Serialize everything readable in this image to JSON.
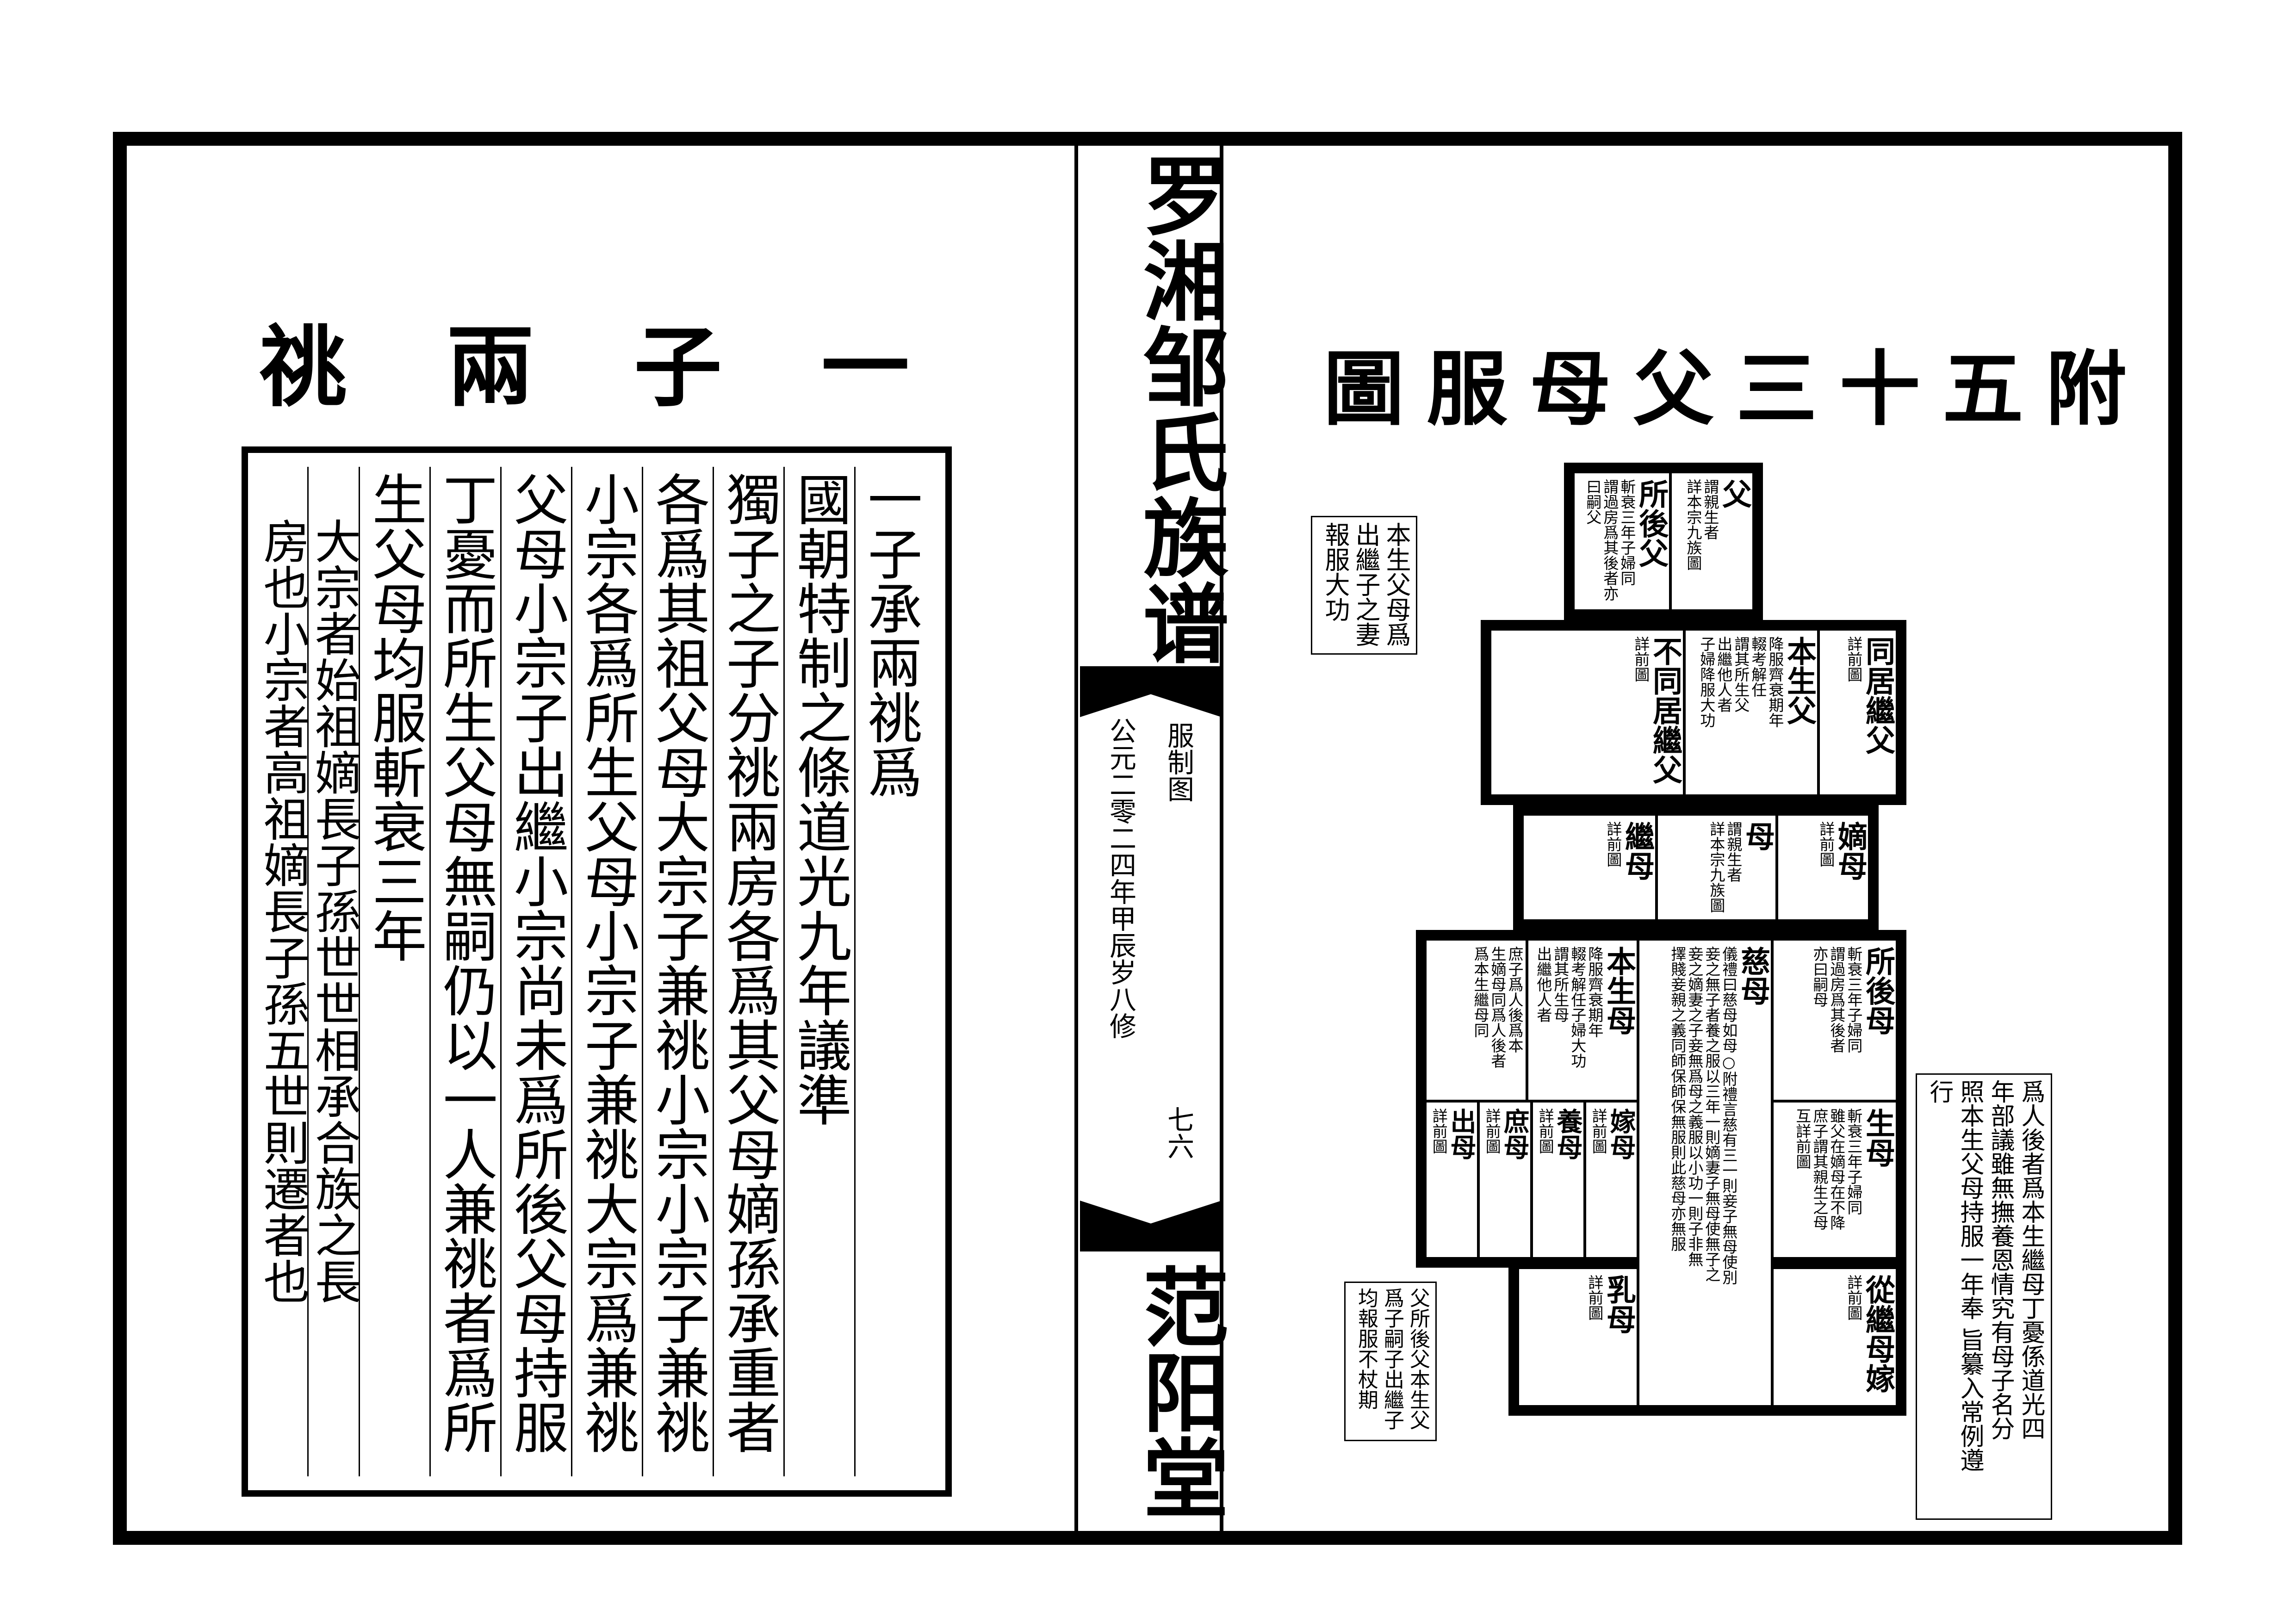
{
  "spine": {
    "title": "罗湘邹氏族谱",
    "section": "服制图",
    "edition": "公元二零二四年甲辰岁八修",
    "page_number": "七六",
    "hall_name": "范阳堂"
  },
  "left_page": {
    "title": "一子兩祧",
    "columns": [
      "一子承兩祧爲",
      "國朝特制之條道光九年議準",
      "獨子之子分祧兩房各爲其父母嫡孫承重者",
      "各爲其祖父母大宗子兼祧小宗小宗子兼祧",
      "小宗各爲所生父母小宗子兼祧大宗爲兼祧",
      "父母小宗子出繼小宗尚未爲所後父母持服",
      "丁憂而所生父母無嗣仍以一人兼祧者爲所",
      "生父母均服斬衰三年"
    ],
    "annotation": [
      "大宗者始祖嫡長子孫世世相承合族之長",
      "房也小宗者高祖嫡長子孫五世則遷者也"
    ]
  },
  "right_page": {
    "title": "附五十三父母服圖",
    "side_note_top": [
      "本生父母爲",
      "出繼子之妻",
      "報服大功"
    ],
    "side_note_bottom": [
      "父所後父本生父",
      "爲子嗣子出繼子",
      "均報服不杖期"
    ],
    "side_note_right": [
      "爲人後者爲本生繼母丁憂係道光四",
      "年部議雖無撫養恩情究有母子名分",
      "照本生父母持服一年奉 旨纂入常例遵",
      "行"
    ],
    "cells": [
      {
        "title": "父",
        "notes": [
          "謂親生者",
          "詳本宗九族圖"
        ]
      },
      {
        "title": "所後父",
        "notes": [
          "斬衰三年子婦同",
          "謂過房爲其後者亦",
          "曰嗣父"
        ]
      },
      {
        "title": "同居繼父",
        "notes": [
          "詳前圖"
        ]
      },
      {
        "title": "本生父",
        "notes": [
          "降服齊衰期年",
          "輟考解任",
          "謂其所生父",
          "出繼他人者",
          "子婦降服大功"
        ]
      },
      {
        "title": "不同居繼父",
        "notes": [
          "詳前圖"
        ]
      },
      {
        "title": "嫡母",
        "notes": [
          "詳前圖"
        ]
      },
      {
        "title": "母",
        "notes": [
          "謂親生者",
          "詳本宗九族圖"
        ]
      },
      {
        "title": "繼母",
        "notes": [
          "詳前圖"
        ]
      },
      {
        "title": "所後母",
        "notes": [
          "斬衰三年子婦同",
          "謂過房爲其後者",
          "亦曰嗣母"
        ]
      },
      {
        "title": "生母",
        "notes": [
          "斬衰三年子婦同",
          "雖父在嫡母在不降",
          "庶子謂其親生之母",
          "互詳前圖"
        ]
      },
      {
        "title": "慈母",
        "notes": [
          "儀禮曰慈母如母○附禮言慈有三一則妾子無母使別",
          "妾之無子者養之服以三年一則嫡妻子無母使無子之",
          "妾之嫡妻之子妾無爲母之義服以小功一則子非無",
          "擇賤妾親之義同師保師保無服則此慈母亦無服"
        ]
      },
      {
        "title": "本生母",
        "notes": [
          "降服齊衰期年",
          "輟考解任子婦大功",
          "謂其所生母",
          "出繼他人者"
        ]
      },
      {
        "title": "",
        "notes": [
          "庶子爲人後爲本",
          "生嫡母同爲人後者",
          "爲本生繼母同"
        ]
      },
      {
        "title": "出母",
        "notes": [
          "詳前圖"
        ]
      },
      {
        "title": "庶母",
        "notes": [
          "詳前圖"
        ]
      },
      {
        "title": "養母",
        "notes": [
          "詳前圖"
        ]
      },
      {
        "title": "嫁母",
        "notes": [
          "詳前圖"
        ]
      },
      {
        "title": "乳母",
        "notes": [
          "詳前圖"
        ]
      },
      {
        "title": "從繼母嫁",
        "notes": [
          "詳前圖"
        ]
      }
    ]
  }
}
